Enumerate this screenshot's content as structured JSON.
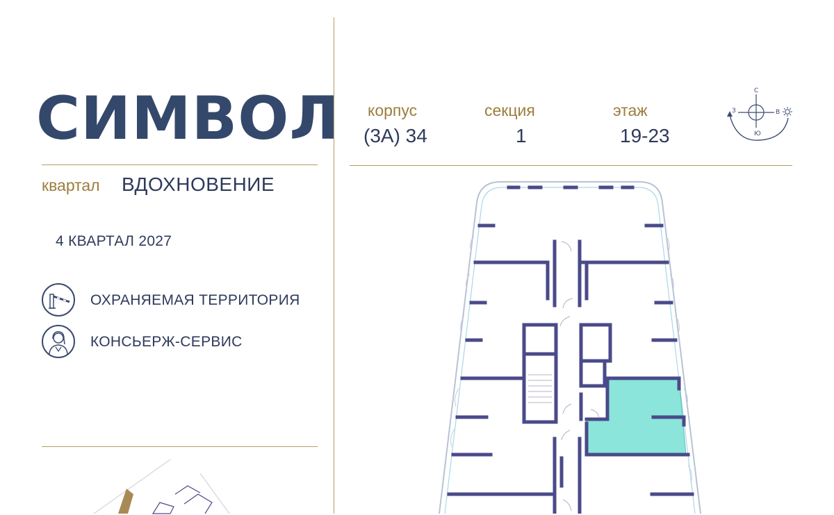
{
  "brand": {
    "logo": "СИМВОЛ",
    "quarter_label": "квартал",
    "quarter_name": "ВДОХНОВЕНИЕ",
    "deadline": "4 КВАРТАЛ 2027"
  },
  "features": [
    {
      "label": "ОХРАНЯЕМАЯ ТЕРРИТОРИЯ",
      "icon": "barrier-icon"
    },
    {
      "label": "КОНСЬЕРЖ-СЕРВИС",
      "icon": "concierge-icon"
    }
  ],
  "info": {
    "building_label": "корпус",
    "building_value": "(3А) 34",
    "section_label": "секция",
    "section_value": "1",
    "floor_label": "этаж",
    "floor_value": "19-23"
  },
  "compass": {
    "north": "С",
    "south": "Ю",
    "west": "З",
    "east": "В"
  },
  "colors": {
    "navy": "#2e3a5c",
    "gold": "#9c7d3d",
    "highlight": "#7fe3d6",
    "wall": "#4a4a8a"
  }
}
